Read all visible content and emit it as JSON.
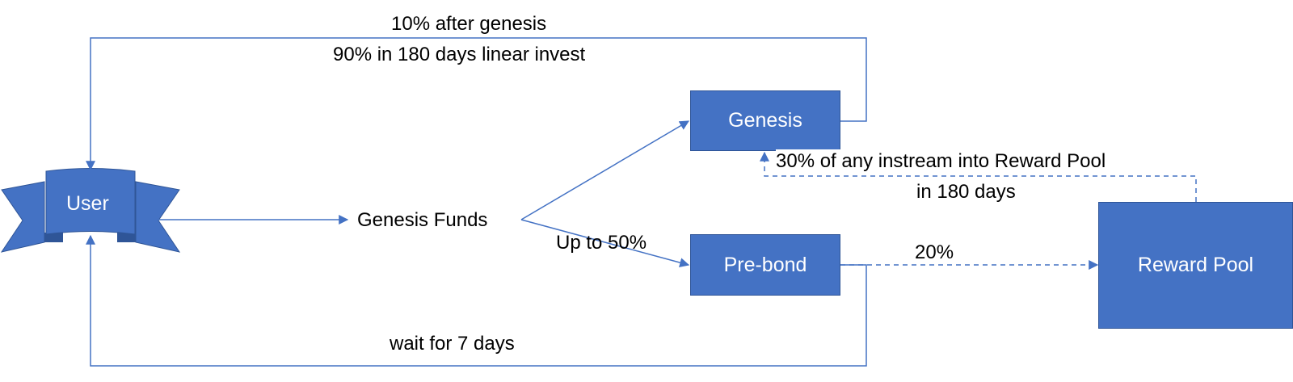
{
  "nodes": {
    "user": "User",
    "genesis_funds": "Genesis Funds",
    "genesis": "Genesis",
    "pre_bond": "Pre-bond",
    "reward_pool": "Reward Pool"
  },
  "edge_labels": {
    "genesis_to_user_line1": "10% after genesis",
    "genesis_to_user_line2": "90% in 180 days linear invest",
    "funds_to_prebond": "Up to 50%",
    "prebond_to_pool": "20%",
    "pool_to_genesis_line1": "30% of any instream into Reward Pool",
    "pool_to_genesis_line2": "in 180 days",
    "prebond_to_user": "wait for 7 days"
  },
  "colors": {
    "box_fill": "#4472c4",
    "box_border": "#2f5597",
    "ribbon_dark": "#2f5597",
    "line": "#4472c4",
    "text": "#000000",
    "node_text": "#ffffff"
  }
}
